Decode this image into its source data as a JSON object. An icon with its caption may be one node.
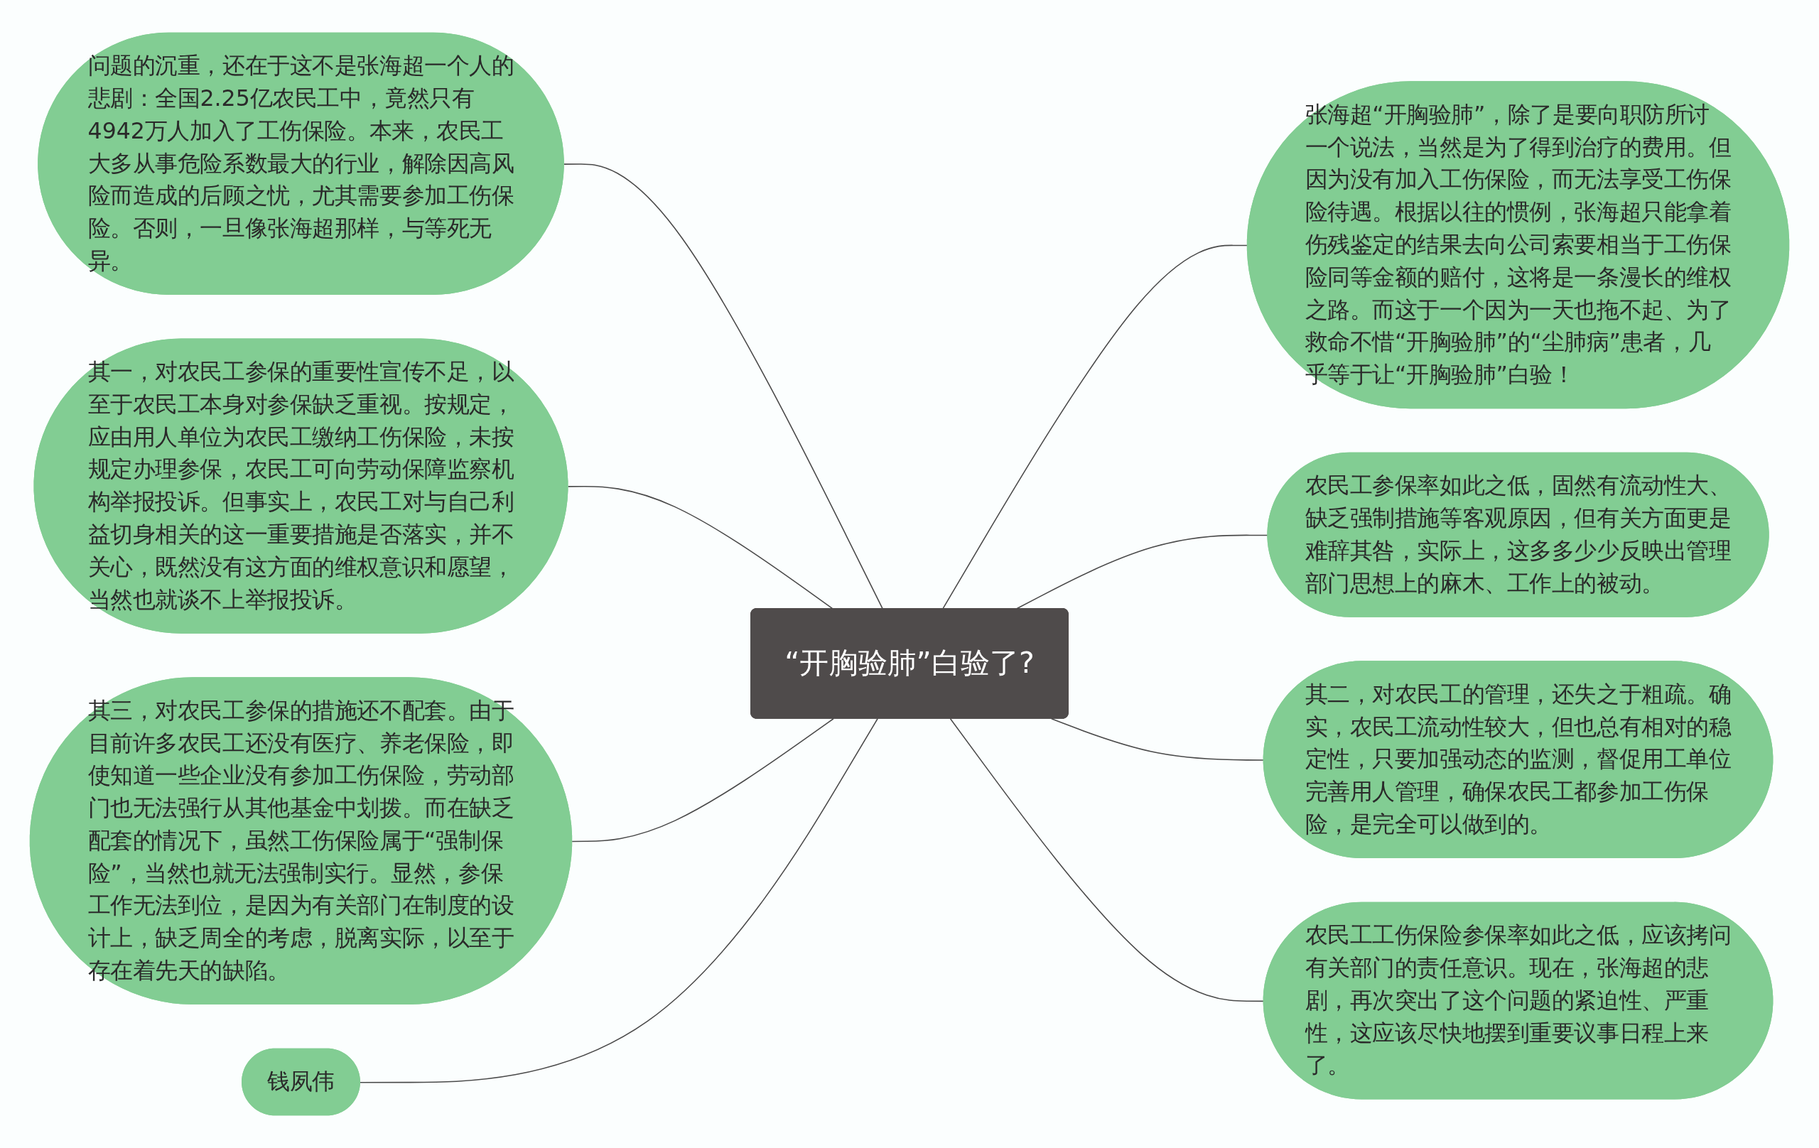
{
  "diagram": {
    "nodes": [
      {
        "text": [
          "“开胸验肺”白验了?"
        ]
      },
      {
        "text": [
          "问题的沉重，还在于这不是张海超一个人的悲剧：全国2.25亿农民工中，竟然只有4942万人加入了工伤保险。本来，农民工大多从事危险系数最大的行业，解除因高风险而造成的后顾之忧，尤其需要参加工伤保险。否则，一旦像张海超那样，与等死无异。"
        ]
      },
      {
        "text": [
          "其一，对农民工参保的重要性宣传不足，以至于农民工本身对参保缺乏重视。按规定，应由用人单位为农民工缴纳工伤保险，未按规定办理参保，农民工可向劳动保障监察机构举报投诉。但事实上，农民工对与自己利益切身相关的这一重要措施是否落实，并不关心，既然没有这方面的维权意识和愿望，当然也就谈不上举报投诉。"
        ]
      },
      {
        "text": [
          "其三，对农民工参保的措施还不配套。由于目前许多农民工还没有医疗、养老保险，即使知道一些企业没有参加工伤保险，劳动部门也无法强行从其他基金中划拨。而在缺乏配套的情况下，虽然工伤保险属于“强制保险”，当然也就无法强制实行。显然，参保工作无法到位，是因为有关部门在制度的设计上，缺乏周全的考虑，脱离实际，以至于存在着先天的缺陷。"
        ]
      },
      {
        "text": [
          "钱夙伟"
        ]
      },
      {
        "text": [
          "张海超“开胸验肺”，除了是要向职防所讨一个说法，当然是为了得到治疗的费用。但因为没有加入工伤保险，而无法享受工伤保险待遇。根据以往的惯例，张海超只能拿着伤残鉴定的结果去向公司索要相当于工伤保险同等金额的赔付，这将是一条漫长的维权之路。而这于一个因为一天也拖不起、为了救命不惜“开胸验肺”的“尘肺病”患者，几乎等于让“开胸验肺”白验！"
        ]
      },
      {
        "text": [
          "农民工参保率如此之低，固然有流动性大、缺乏强制措施等客观原因，但有关方面更是难辞其咎，实际上，这多多少少反映出管理部门思想上的麻木、工作上的被动。"
        ]
      },
      {
        "text": [
          "其二，对农民工的管理，还失之于粗疏。确实，农民工流动性较大，但也总有相对的稳定性，只要加强动态的监测，督促用工单位完善用人管理，确保农民工都参加工伤保险，是完全可以做到的。"
        ]
      },
      {
        "text": [
          "农民工工伤保险参保率如此之低，应该拷问有关部门的责任意识。现在，张海超的悲剧，再次突出了这个问题的紧迫性、严重性，这应该尽快地摆到重要议事日程上来了。"
        ]
      }
    ],
    "edges": [
      {
        "from": 1,
        "to": 0,
        "arrow": "none"
      },
      {
        "from": 2,
        "to": 0,
        "arrow": "none"
      },
      {
        "from": 3,
        "to": 0,
        "arrow": "none"
      },
      {
        "from": 4,
        "to": 0,
        "arrow": "none"
      },
      {
        "from": 0,
        "to": 5,
        "arrow": "none"
      },
      {
        "from": 0,
        "to": 6,
        "arrow": "none"
      },
      {
        "from": 0,
        "to": 7,
        "arrow": "none"
      },
      {
        "from": 0,
        "to": 8,
        "arrow": "none"
      }
    ]
  }
}
